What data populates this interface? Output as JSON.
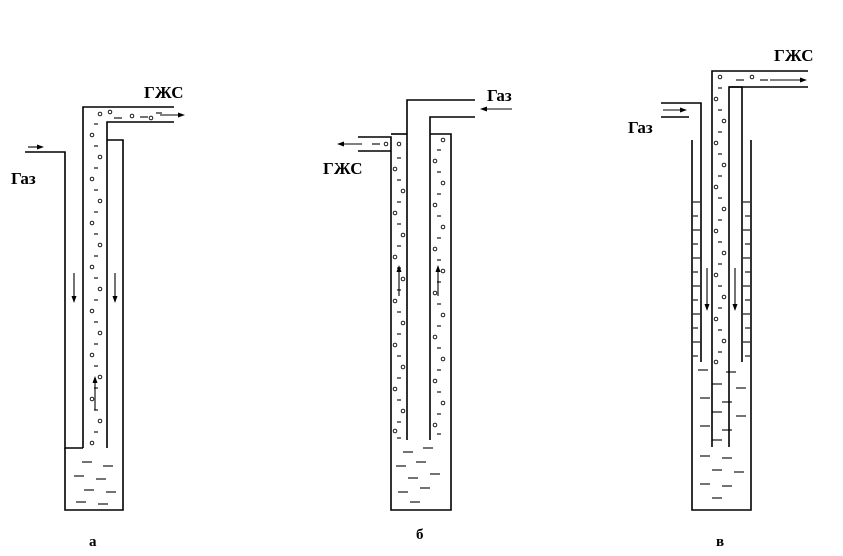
{
  "panels": [
    {
      "id": "a",
      "caption": "а",
      "gas_label": "Газ",
      "mixture_label": "ГЖС"
    },
    {
      "id": "b",
      "caption": "б",
      "gas_label": "Газ",
      "mixture_label": "ГЖС"
    },
    {
      "id": "v",
      "caption": "в",
      "gas_label": "Газ",
      "mixture_label": "ГЖС"
    }
  ]
}
